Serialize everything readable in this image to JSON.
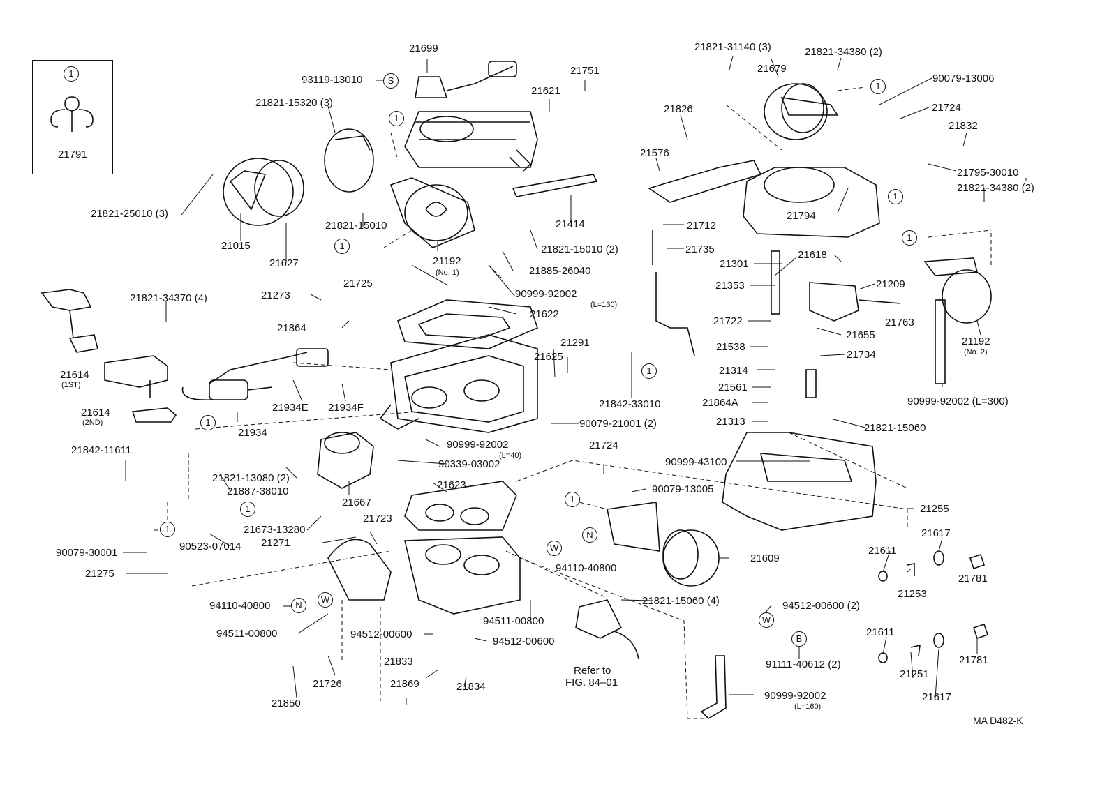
{
  "legend": {
    "symbol": "1",
    "part": "21791"
  },
  "footer": "MA D482-K",
  "refer_note": {
    "line1": "Refer to",
    "line2": "FIG. 84–01"
  },
  "parts": [
    "21699",
    "93119-13010",
    "21821-15320 (3)",
    "21621",
    "21751",
    "21821-25010 (3)",
    "21015",
    "21627",
    "21821-15010",
    "21192",
    "(No. 1)",
    "21414",
    "21821-15010 (2)",
    "21885-26040",
    "21725",
    "90999-92002",
    "(L=130)",
    "21273",
    "21821-34370 (4)",
    "21622",
    "21864",
    "21614",
    "(1ST)",
    "21614",
    "(2ND)",
    "21934",
    "21934E",
    "21934F",
    "21625",
    "21291",
    "21842-33010",
    "90079-21001 (2)",
    "21842-11611",
    "21821-13080 (2)",
    "21887-38010",
    "21667",
    "90999-92002",
    "(L=40)",
    "90339-03002",
    "21724",
    "90079-13005",
    "21623",
    "21673-13280",
    "21723",
    "21271",
    "90523-07014",
    "90079-30001",
    "21275",
    "94110-40800",
    "94511-00800",
    "94512-00600",
    "94512-00600",
    "94110-40800",
    "94511-00800",
    "21821-15060 (4)",
    "21609",
    "21833",
    "21834",
    "21726",
    "21850",
    "21869",
    "90999-92002",
    "(L=160)",
    "94512-00600 (2)",
    "91111-40612 (2)",
    "21821-31140 (3)",
    "21679",
    "21821-34380 (2)",
    "90079-13006",
    "21724",
    "21832",
    "21826",
    "21576",
    "21795-30010",
    "21821-34380 (2)",
    "21794",
    "21712",
    "21735",
    "21301",
    "21618",
    "21353",
    "21209",
    "21763",
    "21192",
    "(No. 2)",
    "21722",
    "21655",
    "21538",
    "21734",
    "21314",
    "21561",
    "21864A",
    "21313",
    "21821-15060",
    "90999-92002 (L=300)",
    "90999-43100",
    "21255",
    "21611",
    "21617",
    "21781",
    "21253",
    "21611",
    "21251",
    "21617",
    "21781"
  ],
  "symbols": {
    "one": "1",
    "s": "S",
    "n": "N",
    "w": "W",
    "b": "B"
  }
}
